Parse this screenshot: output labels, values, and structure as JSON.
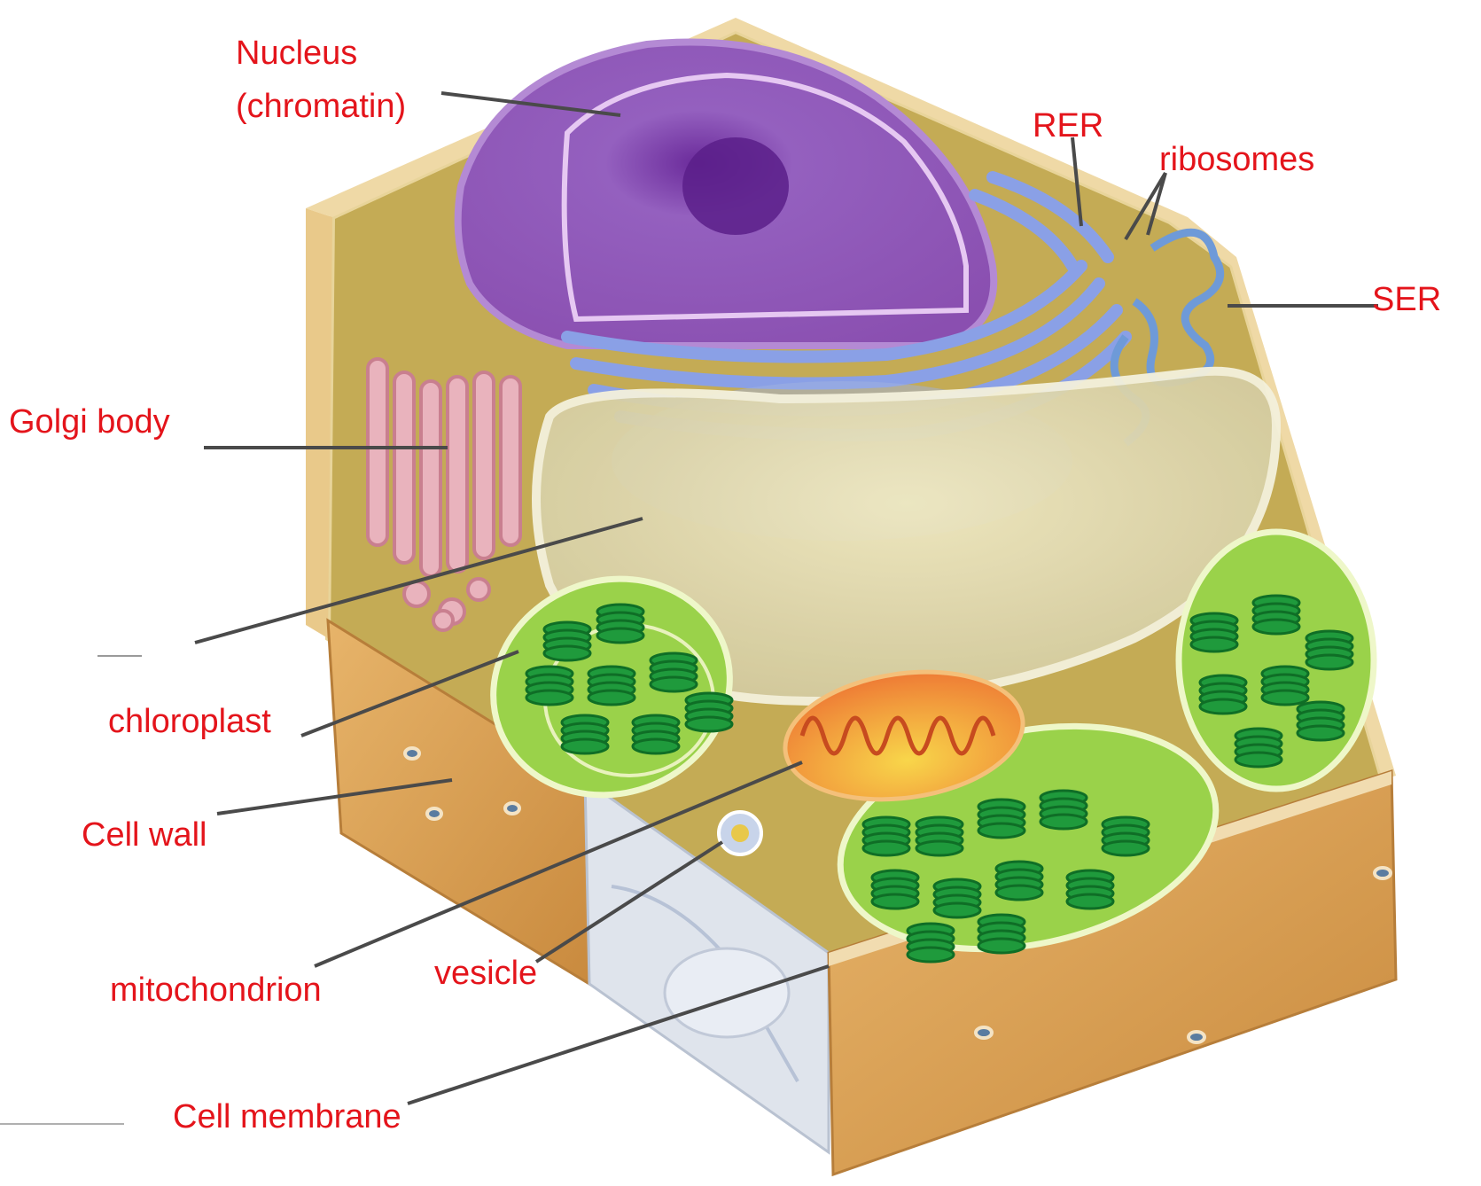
{
  "colors": {
    "label": "#e4141b",
    "leader": "#4a4a4a",
    "cytoplasm": "#c9b25a",
    "wall_face": "#dca258",
    "nucleus": "#8f4fb3",
    "rer": "#6f86d6",
    "chloroplast": "#8fcc3c",
    "thylakoid": "#1f9a3c",
    "golgi": "#e8a2b0",
    "mitochondrion": "#f08a3a",
    "vacuole": "#e9e2b4"
  },
  "labels": {
    "nucleus_line1": "Nucleus",
    "nucleus_line2": "(chromatin)",
    "rer": "RER",
    "ribosomes": "ribosomes",
    "ser": "SER",
    "golgi": "Golgi body",
    "chloroplast": "chloroplast",
    "cell_wall": "Cell wall",
    "mitochondrion": "mitochondrion",
    "vesicle": "vesicle",
    "cell_membrane": "Cell membrane"
  }
}
